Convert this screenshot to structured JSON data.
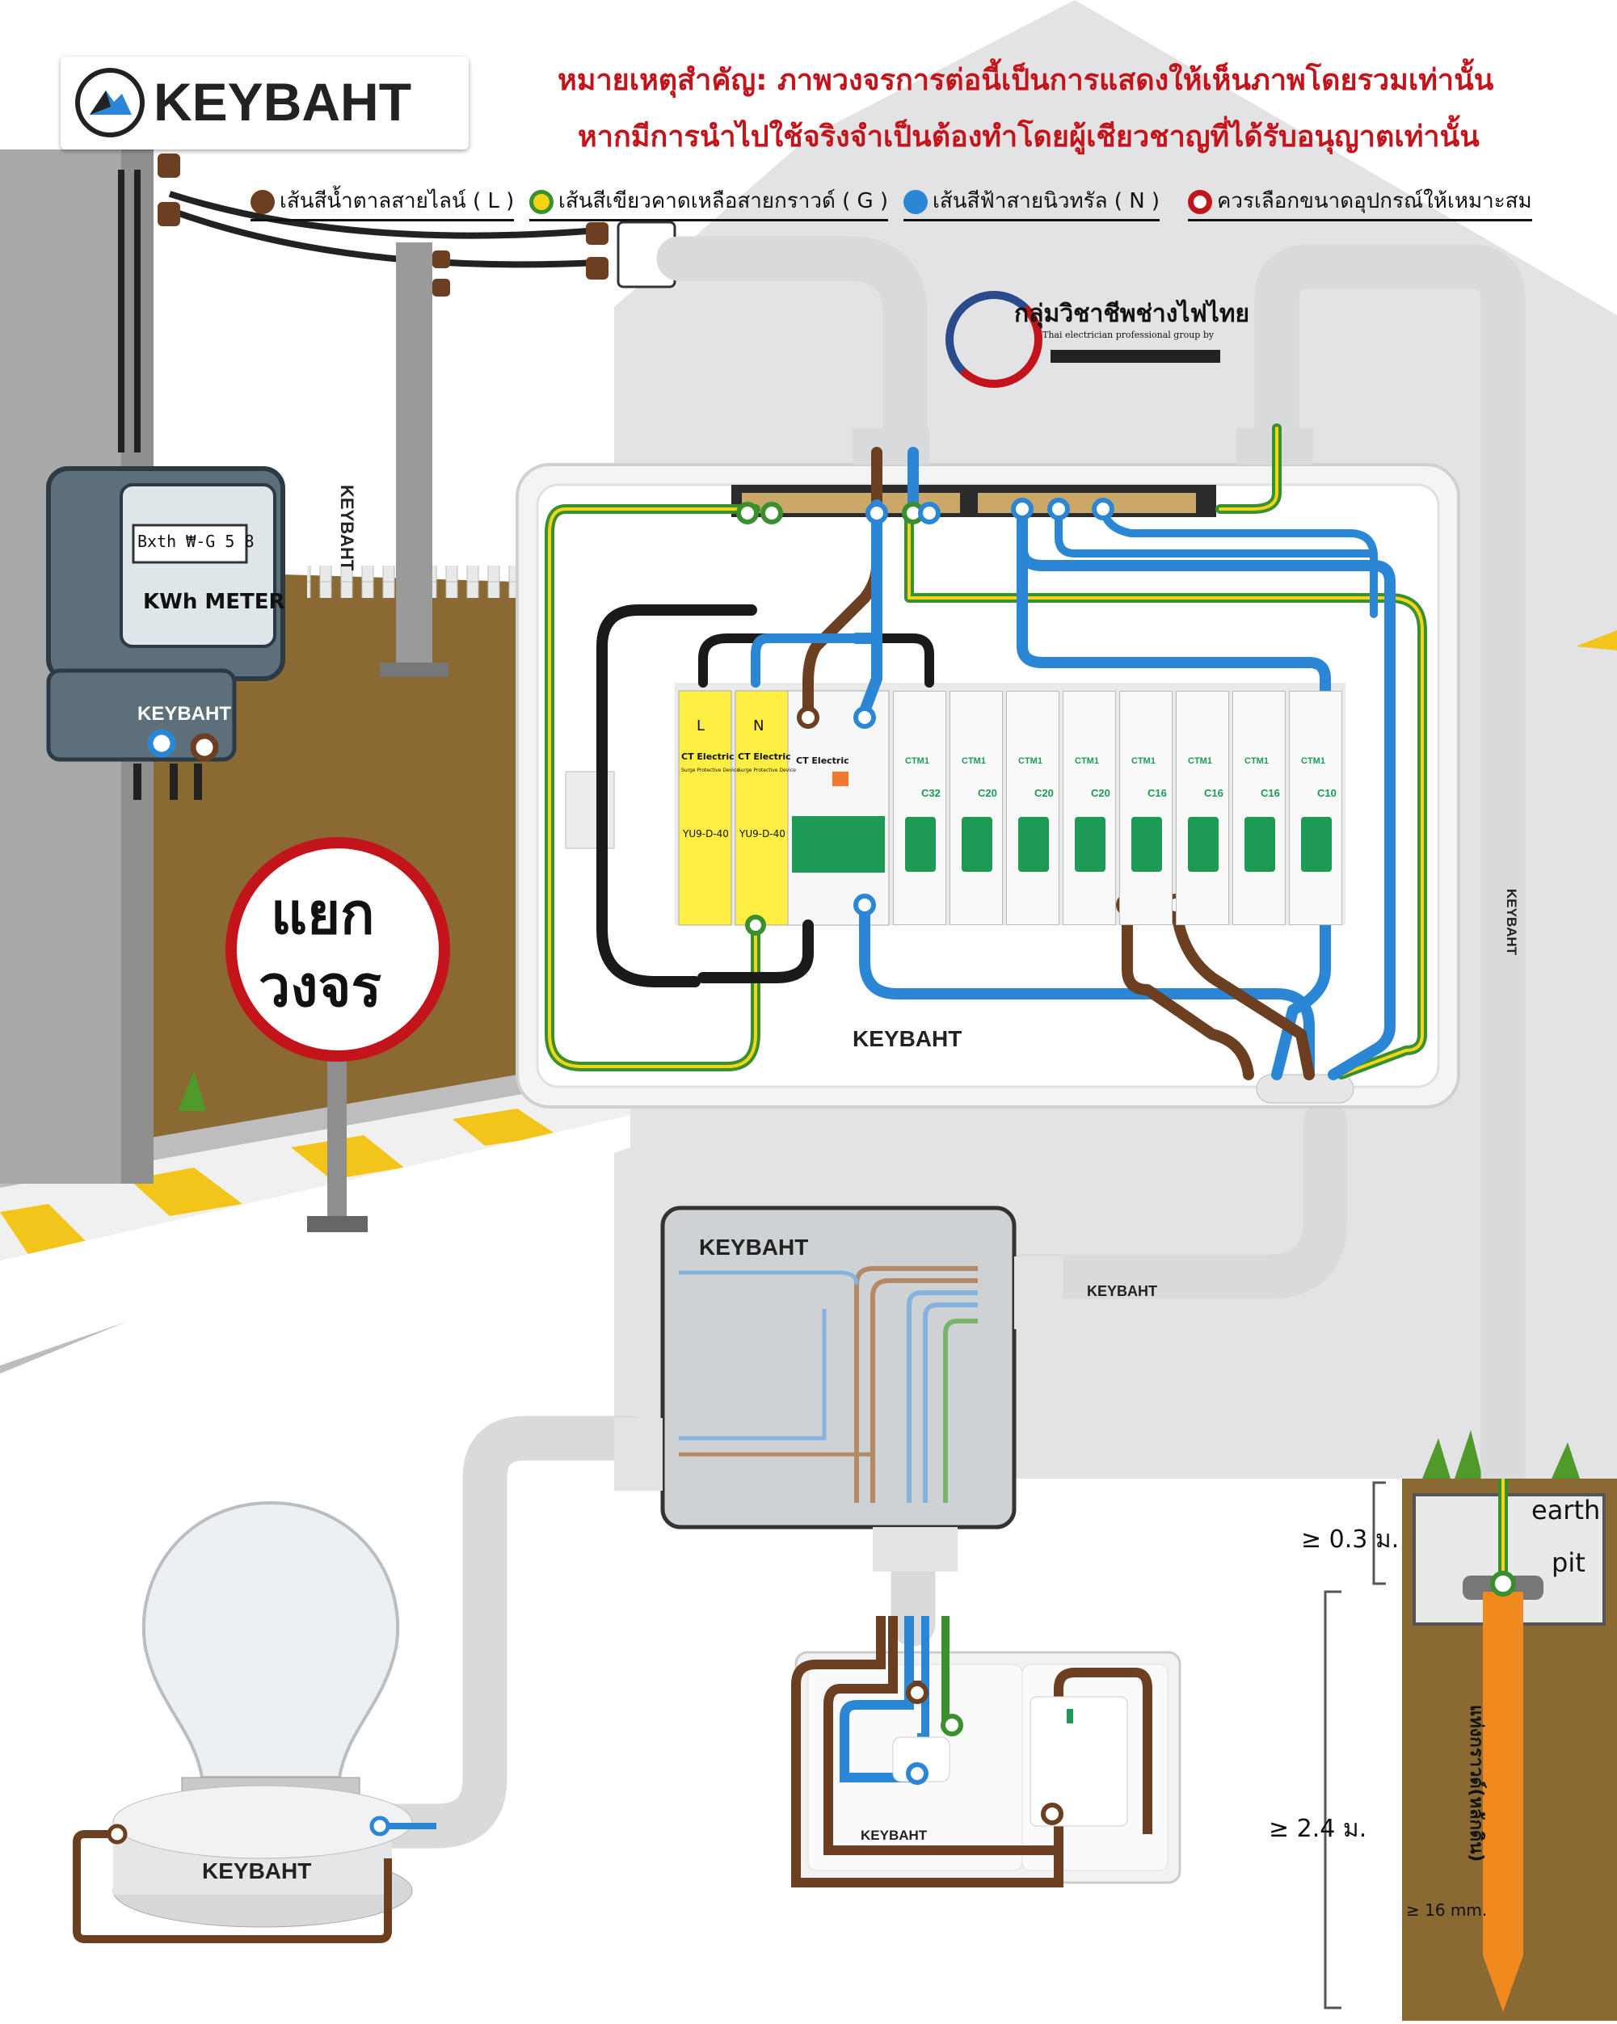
{
  "brand": "KEYBAHT",
  "notice": {
    "line1": "หมายเหตุสำคัญ: ภาพวงจรการต่อนี้เป็นการแสดงให้เห็นภาพโดยรวมเท่านั้น",
    "line2": "หากมีการนำไปใช้จริงจำเป็นต้องทำโดยผู้เชียวชาญที่ได้รับอนุญาตเท่านั้น"
  },
  "legend": {
    "line": "เส้นสีน้ำตาลสายไลน์ ( L )",
    "ground": "เส้นสีเขียวคาดเหลือสายกราวด์ ( G )",
    "neutral": "เส้นสีฟ้าสายนิวทรัล ( N )",
    "device": "ควรเลือกขนาดอุปกรณ์ให้เหมาะสม"
  },
  "group_logo": {
    "title": "กลุ่มวิชาชีพช่างไฟไทย",
    "subtitle": "Thai electrician professional group by"
  },
  "meter": {
    "label": "KWh METER",
    "reading": "Bxth ₩-G 5 8"
  },
  "sign": {
    "line1": "แยก",
    "line2": "วงจร"
  },
  "spd": [
    {
      "pole": "L",
      "brand": "CT Electric",
      "name": "Surge Protective Device",
      "model": "YU9-D-40"
    },
    {
      "pole": "N",
      "brand": "CT Electric",
      "name": "Surge Protective Device",
      "model": "YU9-D-40"
    }
  ],
  "main_breaker": {
    "brand": "CT Electric"
  },
  "breakers": [
    {
      "model": "CTM1",
      "rating": "C32"
    },
    {
      "model": "CTM1",
      "rating": "C20"
    },
    {
      "model": "CTM1",
      "rating": "C20"
    },
    {
      "model": "CTM1",
      "rating": "C20"
    },
    {
      "model": "CTM1",
      "rating": "C16"
    },
    {
      "model": "CTM1",
      "rating": "C16"
    },
    {
      "model": "CTM1",
      "rating": "C16"
    },
    {
      "model": "CTM1",
      "rating": "C10"
    }
  ],
  "earth": {
    "pit_line1": "earth",
    "pit_line2": "pit",
    "depth_top": "≥ 0.3 ม.",
    "depth_rod": "≥ 2.4 ม.",
    "rod_diameter": "≥ 16 mm.",
    "rod_label": "แท่งกราวด์(หลักดิน)"
  },
  "colors": {
    "line_brown": "#6b3f1f",
    "neutral_blue": "#2b86d6",
    "ground_green": "#3a8f2e",
    "ground_yellow": "#f2d516",
    "notice_red": "#c3141b",
    "conduit_grey": "#d9dadc",
    "soil_brown": "#8a6a32",
    "rod_orange": "#f08a1f"
  },
  "icons": [
    "keybaht-mountain-icon",
    "lightbulb-icon",
    "gear-icon",
    "electric-meter-icon",
    "ground-rod-icon"
  ]
}
